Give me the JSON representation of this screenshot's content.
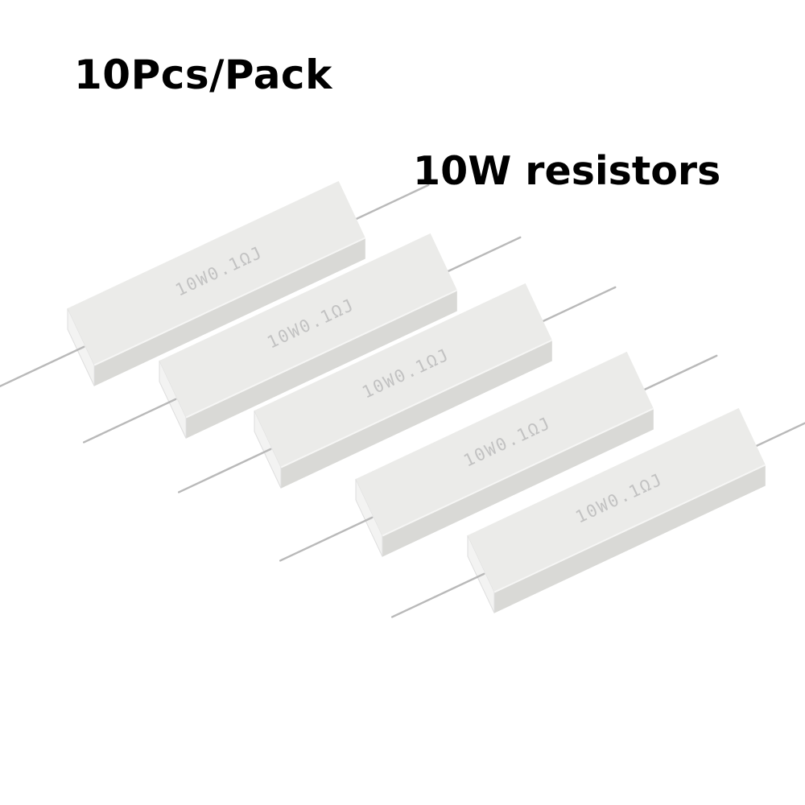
{
  "headline": {
    "pack_text": "10Pcs/Pack",
    "type_text": "10W resistors"
  },
  "resistors": [
    {
      "marking": "10W0.1ΩJ"
    },
    {
      "marking": "10W0.1ΩJ"
    },
    {
      "marking": "10W0.1ΩJ"
    },
    {
      "marking": "10W0.1ΩJ"
    },
    {
      "marking": "10W0.1ΩJ"
    }
  ],
  "colors": {
    "background": "#ffffff",
    "caption": "#000000",
    "body_face": "#ebebe9",
    "body_side": "#d9d9d6",
    "body_end": "#f3f3f2",
    "wire": "#b9b9b9",
    "marking": "#c2c2c2"
  }
}
